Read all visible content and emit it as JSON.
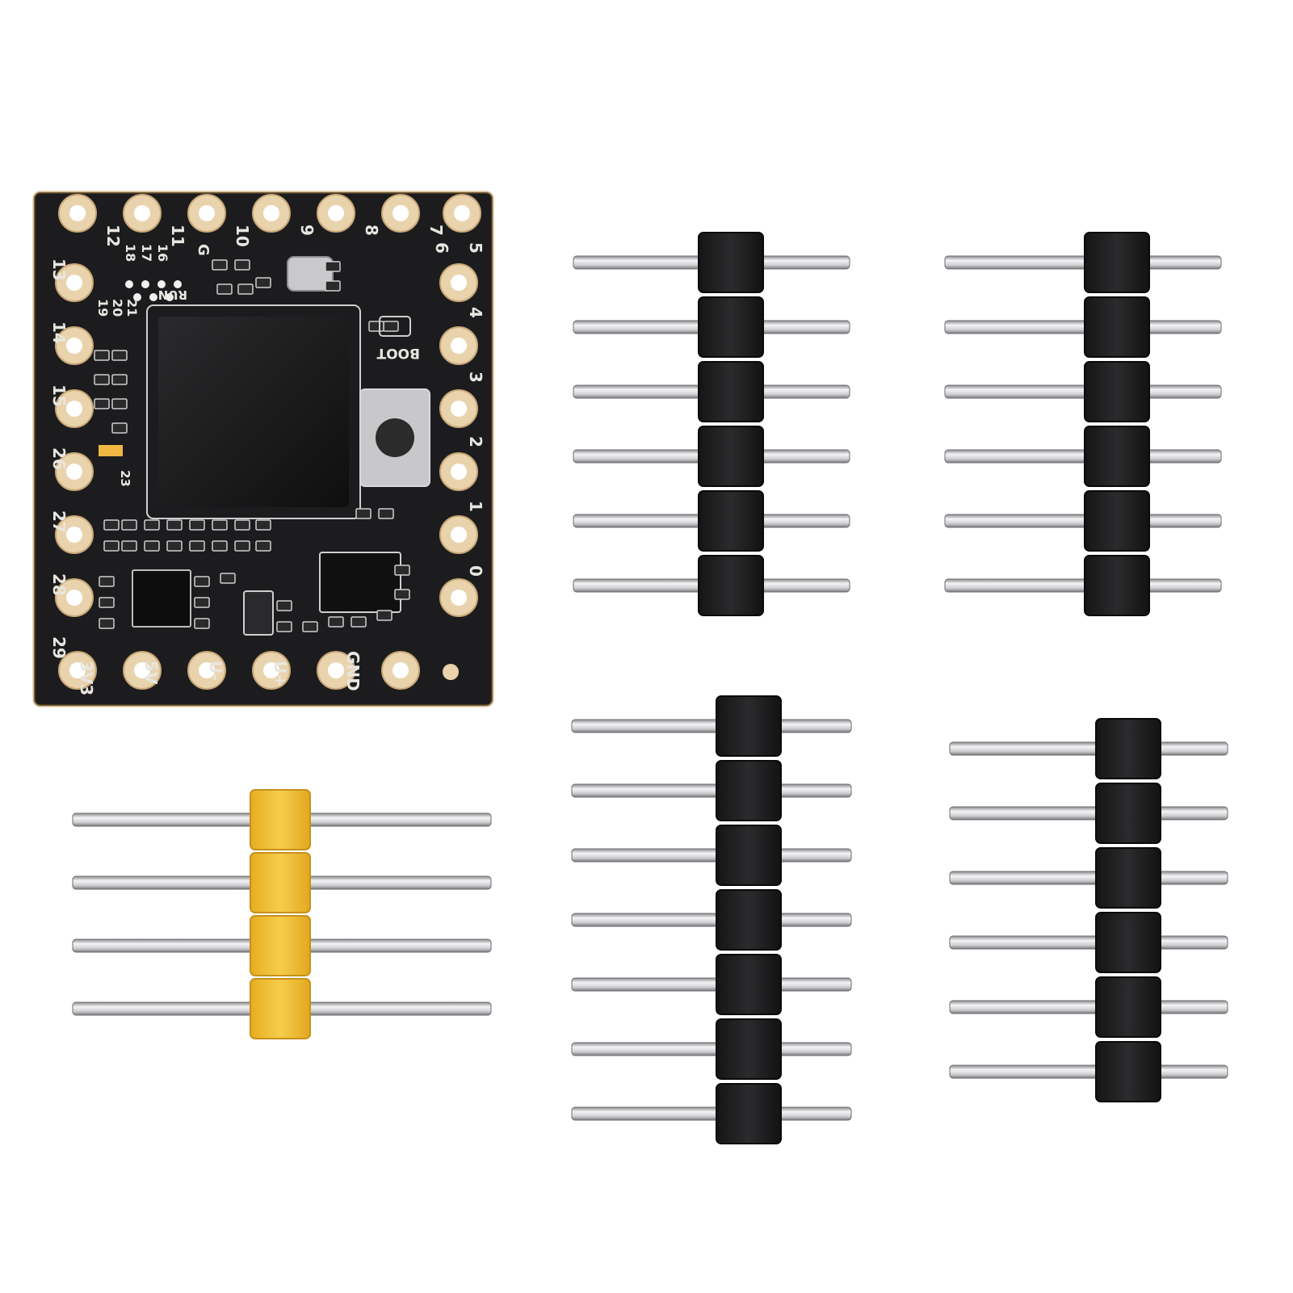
{
  "colors": {
    "background": "#ffffff",
    "pcb": "#1c1c1e",
    "pad_gold": "#e9d3ad",
    "header_black": "#1e1e1f",
    "header_yellow": "#f2c23a",
    "pin_silver": "#d9d9db"
  },
  "board": {
    "top_labels": [
      "12",
      "11",
      "10",
      "9",
      "8",
      "7"
    ],
    "left_labels": [
      "13",
      "14",
      "15",
      "26",
      "27",
      "28",
      "29"
    ],
    "right_labels": [
      "6",
      "5",
      "4",
      "3",
      "2",
      "1",
      "0"
    ],
    "bottom_labels": [
      "3V3",
      "5V",
      "U-",
      "U+",
      "GND"
    ],
    "inner_labels": [
      "18",
      "17",
      "16",
      "19",
      "20",
      "21",
      "G",
      "RUN",
      "BOOT",
      "23"
    ]
  },
  "headers": [
    {
      "name": "black-header-top-middle",
      "pins": 6,
      "color": "black"
    },
    {
      "name": "black-header-top-right",
      "pins": 6,
      "color": "black"
    },
    {
      "name": "yellow-header-bottom-left",
      "pins": 4,
      "color": "yellow"
    },
    {
      "name": "black-header-bottom-middle",
      "pins": 7,
      "color": "black"
    },
    {
      "name": "black-header-bottom-right",
      "pins": 6,
      "color": "black"
    }
  ]
}
